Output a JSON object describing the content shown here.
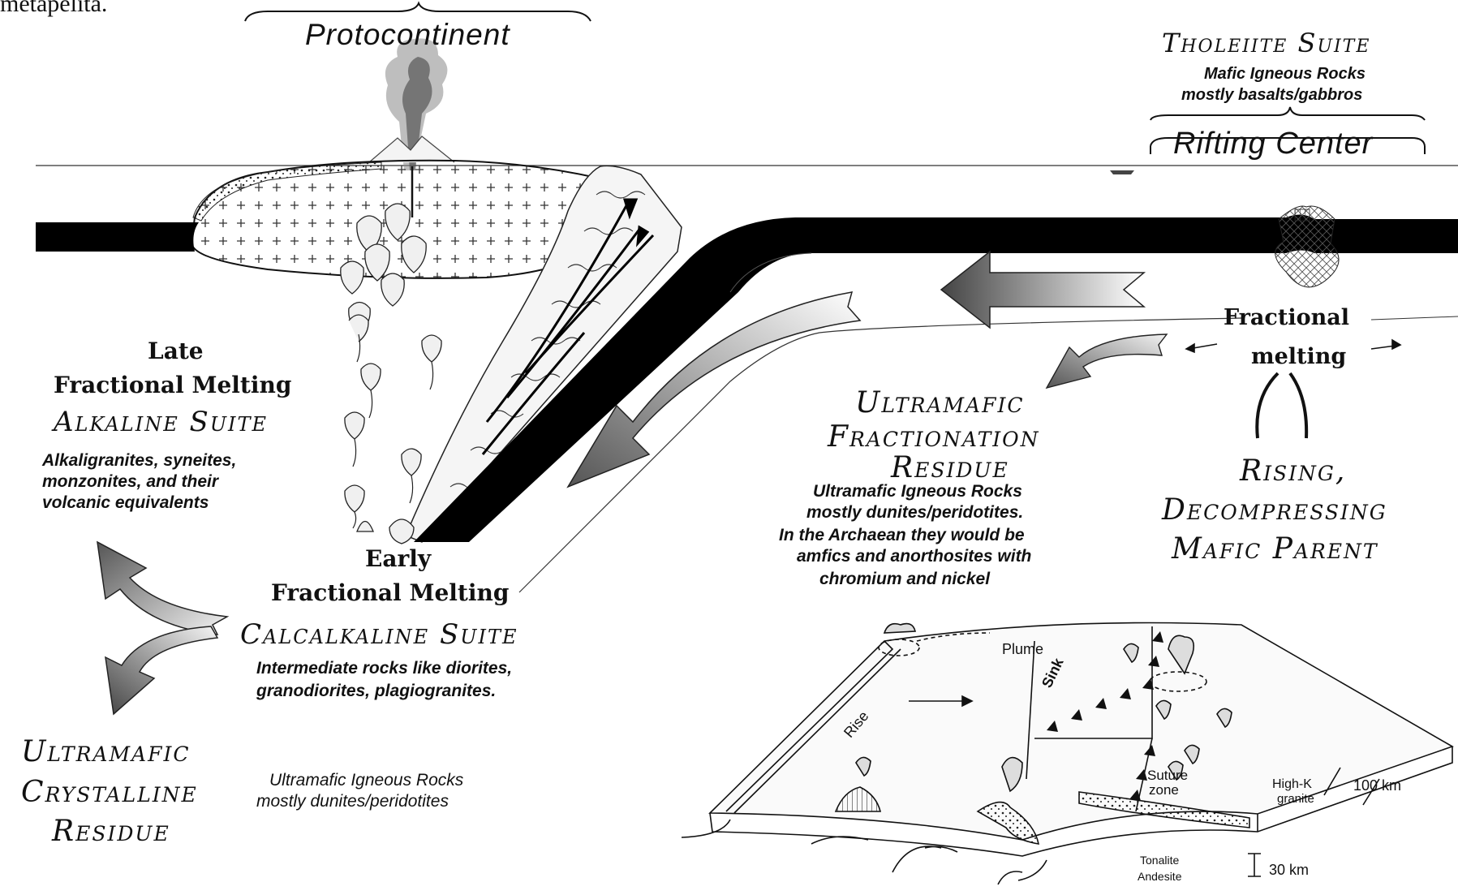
{
  "header": {
    "top_fragment": "metapelita."
  },
  "labels": {
    "protocontinent": "Protocontinent",
    "tholeiite_title": "Tholeiite Suite",
    "tholeiite_desc1": "Mafic Igneous Rocks",
    "tholeiite_desc2": "mostly basalts/gabbros",
    "rifting_center": "Rifting Center",
    "fractional": "Fractional",
    "melting": "melting",
    "late": "Late",
    "late_fm": "Fractional Melting",
    "alkaline_title": "Alkaline Suite",
    "alkaline_d1": "Alkaligranites, syneites,",
    "alkaline_d2": "monzonites, and their",
    "alkaline_d3": "volcanic equivalents",
    "ultra_frac_1": "Ultramafic",
    "ultra_frac_2": "Fractionation",
    "ultra_frac_3": "Residue",
    "ultra_frac_d1": "Ultramafic Igneous Rocks",
    "ultra_frac_d2": "mostly dunites/peridotites.",
    "ultra_frac_d3": "In the Archaean they would be",
    "ultra_frac_d4": "amfics and anorthosites with",
    "ultra_frac_d5": "chromium and nickel",
    "rising_1": "Rising,",
    "rising_2": "Decompressing",
    "rising_3": "Mafic Parent",
    "early": "Early",
    "early_fm": "Fractional Melting",
    "calc_title": "Calcalkaline Suite",
    "calc_d1": "Intermediate rocks like diorites,",
    "calc_d2": "granodiorites, plagiogranites.",
    "ultra_cryst_1": "Ultramafic",
    "ultra_cryst_2": "Crystalline",
    "ultra_cryst_3": "Residue",
    "ultra_cryst_d1": "Ultramafic Igneous Rocks",
    "ultra_cryst_d2": "mostly dunites/peridotites"
  },
  "inset": {
    "plume": "Plume",
    "sink": "Sink",
    "rise": "Rise",
    "suture_zone_1": "Suture",
    "suture_zone_2": "zone",
    "high_k_1": "High-K",
    "high_k_2": "granite",
    "tonalite": "Tonalite",
    "andesite": "Andesite",
    "scale_100": "100 km",
    "scale_30": "30 km"
  }
}
